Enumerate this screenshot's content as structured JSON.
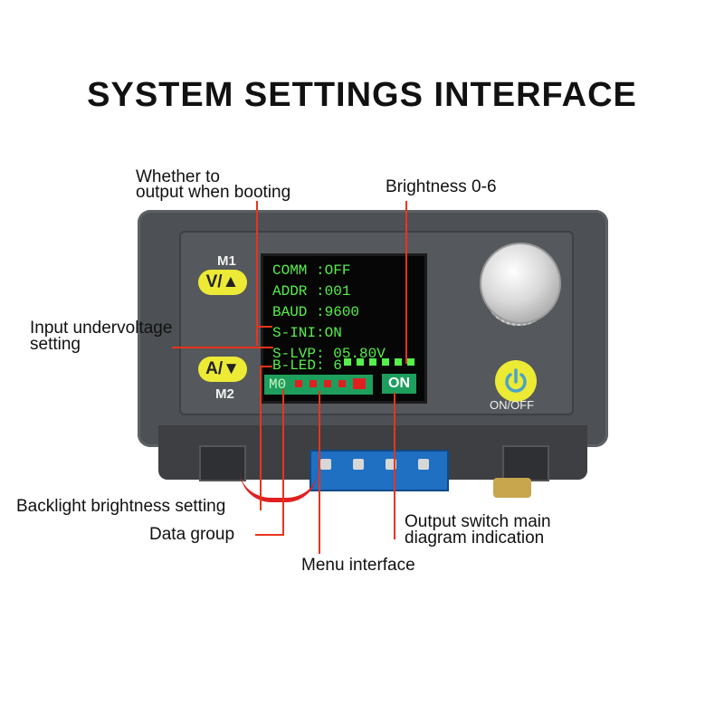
{
  "title": "SYSTEM SETTINGS INTERFACE",
  "annotations": {
    "boot_output_line1": "Whether to",
    "boot_output_line2": "output when booting",
    "brightness": "Brightness 0-6",
    "undervoltage_line1": "Input undervoltage",
    "undervoltage_line2": "setting",
    "backlight": "Backlight brightness setting",
    "data_group": "Data group",
    "output_switch_line1": "Output switch main",
    "output_switch_line2": "diagram indication",
    "menu": "Menu interface"
  },
  "screen": {
    "lines": [
      "COMM :OFF",
      "ADDR :001",
      "BAUD :9600",
      "S-INI:ON",
      "S-LVP: 05.80V",
      "B-LED: 6"
    ],
    "status_group": "M0",
    "output_state": "ON",
    "brightness_level": 6
  },
  "device": {
    "m1_label": "M1",
    "m2_label": "M2",
    "btn_va_up": "V/▲",
    "btn_a_down": "A/▼",
    "power_label": "ON/OFF"
  },
  "colors": {
    "accent_line": "#e8341c",
    "screen_text": "#56f04a",
    "button_yellow": "#ecea35",
    "status_green": "#1e9e5d"
  }
}
